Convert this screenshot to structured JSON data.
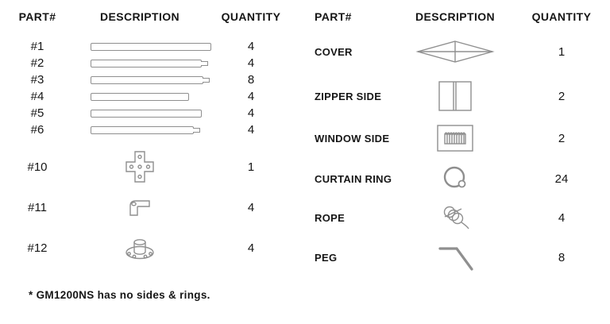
{
  "page": {
    "background": "#ffffff",
    "text_color": "#161616",
    "line_color": "#8f8f8f"
  },
  "left_table": {
    "headers": {
      "part": "PART#",
      "description": "DESCRIPTION",
      "quantity": "QUANTITY"
    },
    "rows": [
      {
        "part": "#1",
        "icon": "pole-icon",
        "quantity": "4"
      },
      {
        "part": "#2",
        "icon": "pole-with-tip-icon",
        "quantity": "4"
      },
      {
        "part": "#3",
        "icon": "pole-with-tip-icon",
        "quantity": "8"
      },
      {
        "part": "#4",
        "icon": "pole-icon",
        "quantity": "4"
      },
      {
        "part": "#5",
        "icon": "pole-icon",
        "quantity": "4"
      },
      {
        "part": "#6",
        "icon": "pole-with-tip-icon",
        "quantity": "4"
      },
      {
        "part": "#10",
        "icon": "four-way-connector-icon",
        "quantity": "1"
      },
      {
        "part": "#11",
        "icon": "corner-connector-icon",
        "quantity": "4"
      },
      {
        "part": "#12",
        "icon": "base-foot-icon",
        "quantity": "4"
      }
    ]
  },
  "right_table": {
    "headers": {
      "part": "PART#",
      "description": "DESCRIPTION",
      "quantity": "QUANTITY"
    },
    "rows": [
      {
        "part": "COVER",
        "icon": "canopy-cover-icon",
        "quantity": "1"
      },
      {
        "part": "ZIPPER SIDE",
        "icon": "zipper-panel-icon",
        "quantity": "2"
      },
      {
        "part": "WINDOW SIDE",
        "icon": "window-panel-icon",
        "quantity": "2"
      },
      {
        "part": "CURTAIN RING",
        "icon": "curtain-ring-icon",
        "quantity": "24"
      },
      {
        "part": "ROPE",
        "icon": "rope-coil-icon",
        "quantity": "4"
      },
      {
        "part": "PEG",
        "icon": "peg-stake-icon",
        "quantity": "8"
      }
    ]
  },
  "footnote": "* GM1200NS has no sides & rings."
}
